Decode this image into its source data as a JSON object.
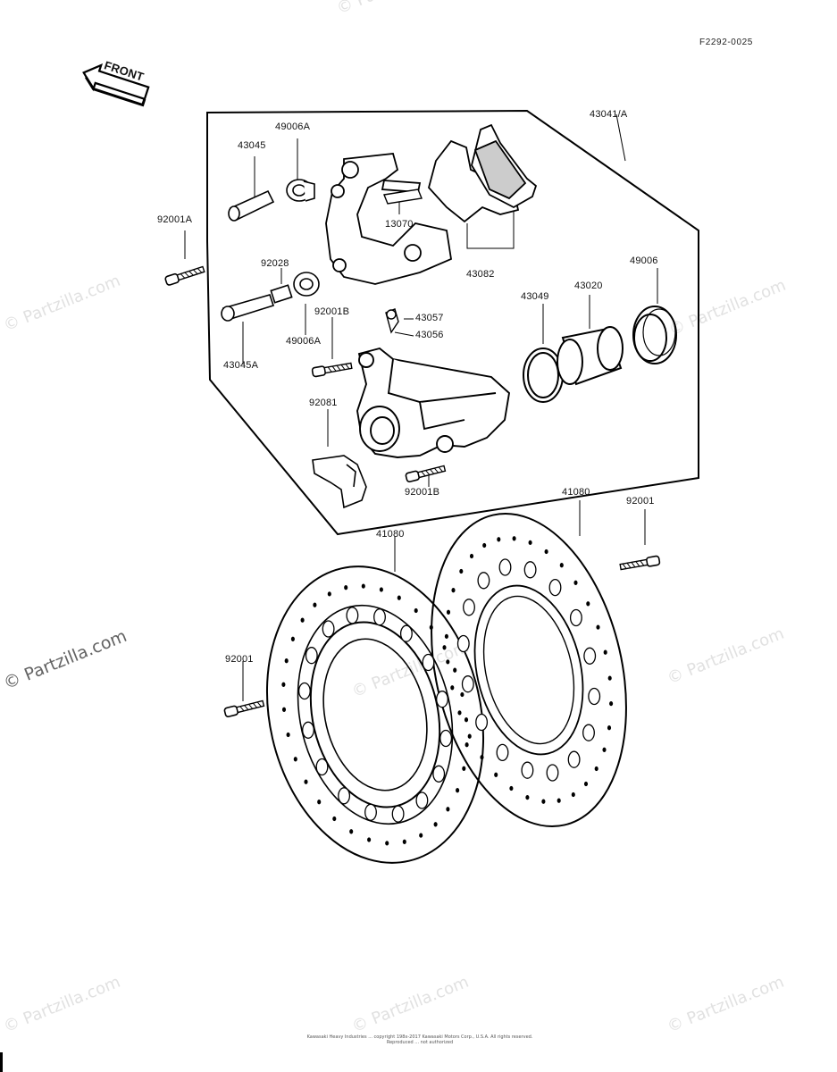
{
  "diagram_code": "F2292-0025",
  "front_label": "FRONT",
  "watermark": "© Partzilla.com",
  "copyright_lines": [
    "Kawasaki Heavy Industries ... copyright 198x-2017 Kawasaki Motors Corp., U.S.A. All rights reserved.",
    "Reproduced ... not authorized"
  ],
  "parts": {
    "p43041A": "43041/A",
    "p49006A_top": "49006A",
    "p43045": "43045",
    "p92001A": "92001A",
    "p13070": "13070",
    "p92028": "92028",
    "p43082": "43082",
    "p49006": "49006",
    "p43049": "43049",
    "p43020": "43020",
    "p92001B_top": "92001B",
    "p43057": "43057",
    "p49006A_bottom": "49006A",
    "p43056": "43056",
    "p43045A": "43045A",
    "p92081": "92081",
    "p92001B_bottom": "92001B",
    "p41080_left": "41080",
    "p41080_right": "41080",
    "p92001_right": "92001",
    "p92001_left": "92001"
  }
}
